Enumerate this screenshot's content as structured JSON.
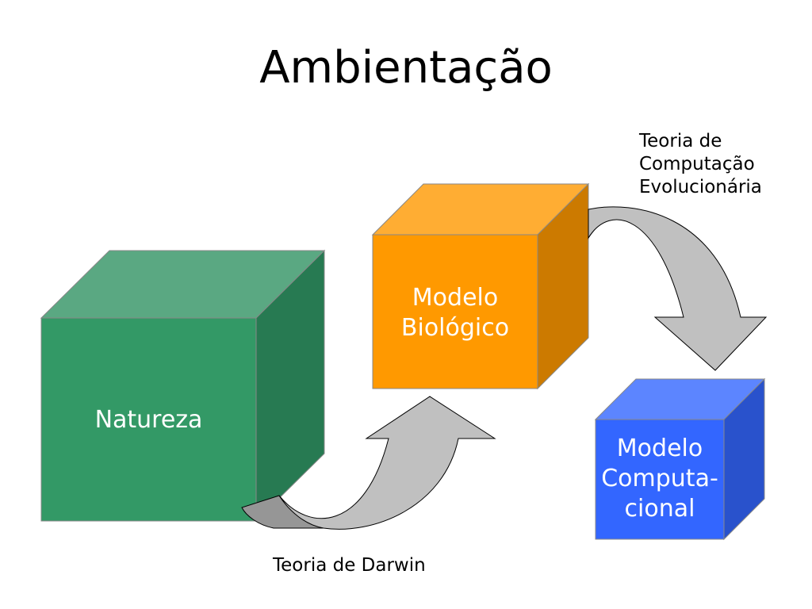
{
  "slide": {
    "title": "Ambientação"
  },
  "cubes": [
    {
      "id": "natureza",
      "lines": [
        "Natureza"
      ],
      "front": "#339966",
      "top": "#5aa882",
      "side": "#277a52"
    },
    {
      "id": "modelo-biologico",
      "lines": [
        "Modelo",
        "Biológico"
      ],
      "front": "#ff9900",
      "top": "#ffad33",
      "side": "#cc7a00"
    },
    {
      "id": "modelo-computacional",
      "lines": [
        "Modelo",
        "Computa-",
        "cional"
      ],
      "front": "#3366ff",
      "top": "#5c85ff",
      "side": "#2952cc"
    }
  ],
  "arrows": {
    "fill": "#c0c0c0",
    "shade": "#969696"
  },
  "captions": {
    "darwin": "Teoria de Darwin",
    "evolucionaria": [
      "Teoria de",
      "Computação",
      "Evolucionária"
    ]
  }
}
